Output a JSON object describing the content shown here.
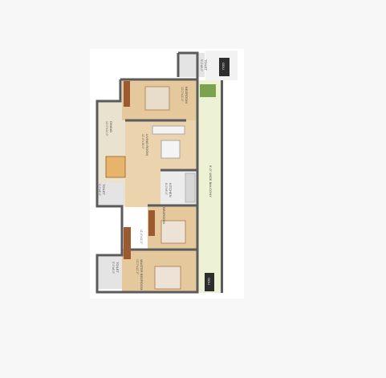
{
  "rooms": {
    "toilet_top": {
      "name": "TOILET",
      "dim": "5'-0\"x8'-0\""
    },
    "bedroom": {
      "name": "BEDROOM",
      "dim": "13'-0\"x11'-0\""
    },
    "dining": {
      "name": "DINING",
      "dim": "10'-0\"x11'-0\""
    },
    "living": {
      "name": "LIVING ROOM",
      "dim": "11'-0\"x16'-0\""
    },
    "kitchen": {
      "name": "KITCHEN",
      "dim": "8'-0\"x9'-0\""
    },
    "toilet_mid": {
      "name": "TOILET",
      "dim": "5'-0\"x8'-0\""
    },
    "bedroom2": {
      "name": "BEDROOM",
      "dim": "11'-0\"x11'-0\""
    },
    "master": {
      "name": "MASTER BEDROOM",
      "dim": "13'-0\"x12'-0\""
    },
    "toilet_bottom": {
      "name": "TOILET",
      "dim": "5'-0\"x8'-0\""
    }
  },
  "balcony": {
    "label": "6'-0\" WIDE BALCONY"
  },
  "odu": {
    "top": "ODU",
    "bottom": "ODU"
  },
  "colors": {
    "wall": "#5b5b5b",
    "floor": "#e9cfa6",
    "balcony": "#edf1d2",
    "tile": "#e6e6e6"
  }
}
